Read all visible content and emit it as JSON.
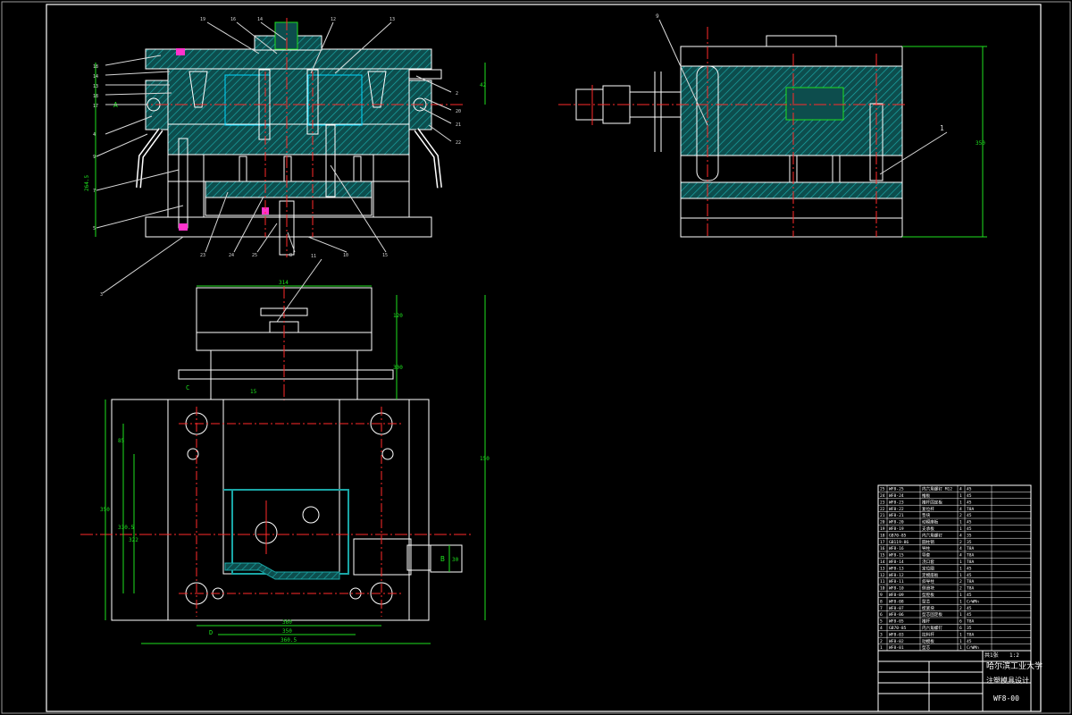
{
  "colors": {
    "background": "#000000",
    "outline": "#ffffff",
    "hatch": "#1aa6a6",
    "dimension": "#1ee01e",
    "centerline": "#ff2a2a",
    "leader": "#d8d8d8",
    "magenta": "#ff33cc",
    "cyan": "#00d8ff",
    "title_text": "#ffffff"
  },
  "section_labels": {
    "a": "A",
    "b": "B",
    "c": "C",
    "d": "D"
  },
  "front_callouts": [
    "18",
    "14",
    "13",
    "18",
    "17",
    "19",
    "16",
    "14",
    "12",
    "13",
    "4",
    "9",
    "7",
    "5",
    "3",
    "2",
    "20",
    "21",
    "22",
    "23",
    "24",
    "25",
    "8",
    "10",
    "15",
    "11"
  ],
  "side_callouts": [
    "9",
    "1"
  ],
  "dimensions": {
    "top_width": "314",
    "top_right_a": "120",
    "top_right_b": "300",
    "right_total": "150",
    "left_total": "350",
    "left_a": "330.5",
    "left_b": "322",
    "left_c": "85",
    "bottom_a": "360",
    "bottom_b": "350",
    "bottom_c": "360.5",
    "right_small": "30",
    "small_15": "15",
    "side_height": "350",
    "front_height": "264.5",
    "front_right": "42"
  },
  "title_block": {
    "school_line1": "哈尔滨工业大学",
    "school_line2": "注塑模具设计",
    "drawing_no": "WF8-00",
    "scale": "1:2",
    "sheet_label": "共1张"
  },
  "parts_table": {
    "rows": [
      [
        "25",
        "WF8-25",
        "内六角螺钉 M12",
        "4",
        "45"
      ],
      [
        "24",
        "WF8-24",
        "推板",
        "1",
        "45"
      ],
      [
        "23",
        "WF8-23",
        "推杆固定板",
        "1",
        "45"
      ],
      [
        "22",
        "WF8-22",
        "复位杆",
        "4",
        "T8A"
      ],
      [
        "21",
        "WF8-21",
        "垫块",
        "2",
        "45"
      ],
      [
        "20",
        "WF8-20",
        "动模座板",
        "1",
        "45"
      ],
      [
        "19",
        "WF8-19",
        "支承板",
        "1",
        "45"
      ],
      [
        "18",
        "GB70-85",
        "内六角螺钉",
        "4",
        "35"
      ],
      [
        "17",
        "GB119-86",
        "圆柱销",
        "2",
        "35"
      ],
      [
        "16",
        "WF8-16",
        "导柱",
        "4",
        "T8A"
      ],
      [
        "15",
        "WF8-15",
        "导套",
        "4",
        "T8A"
      ],
      [
        "14",
        "WF8-14",
        "浇口套",
        "1",
        "T8A"
      ],
      [
        "13",
        "WF8-13",
        "定位圈",
        "1",
        "45"
      ],
      [
        "12",
        "WF8-12",
        "定模座板",
        "1",
        "45"
      ],
      [
        "11",
        "WF8-11",
        "斜导柱",
        "2",
        "T8A"
      ],
      [
        "10",
        "WF8-10",
        "侧滑块",
        "2",
        "T8A"
      ],
      [
        "9",
        "WF8-09",
        "型腔板",
        "1",
        "45"
      ],
      [
        "8",
        "WF8-08",
        "型芯",
        "1",
        "CrWMn"
      ],
      [
        "7",
        "WF8-07",
        "楔紧块",
        "2",
        "45"
      ],
      [
        "6",
        "WF8-06",
        "型芯固定板",
        "1",
        "45"
      ],
      [
        "5",
        "WF8-05",
        "推杆",
        "6",
        "T8A"
      ],
      [
        "4",
        "GB70-85",
        "内六角螺钉",
        "6",
        "35"
      ],
      [
        "3",
        "WF8-03",
        "拉料杆",
        "1",
        "T8A"
      ],
      [
        "2",
        "WF8-02",
        "动模板",
        "1",
        "45"
      ],
      [
        "1",
        "WF8-01",
        "型芯",
        "1",
        "CrWMn"
      ]
    ]
  }
}
